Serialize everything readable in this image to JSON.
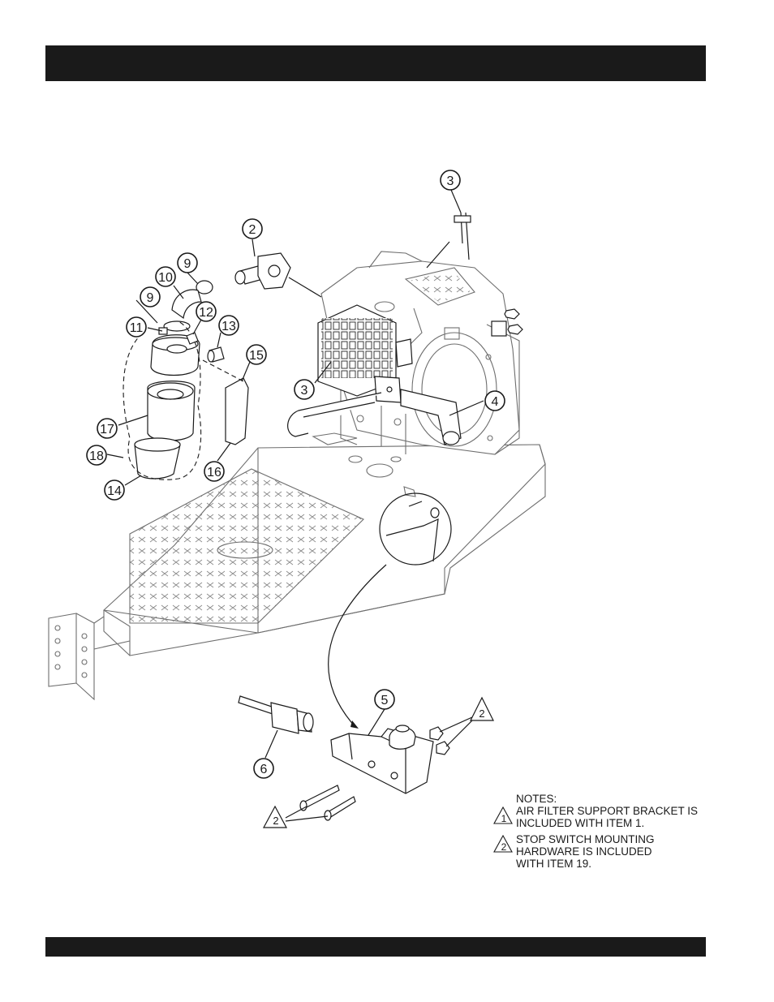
{
  "callouts": [
    {
      "id": "c3a",
      "label": "3"
    },
    {
      "id": "c2",
      "label": "2"
    },
    {
      "id": "c9a",
      "label": "9"
    },
    {
      "id": "c10",
      "label": "10"
    },
    {
      "id": "c9b",
      "label": "9"
    },
    {
      "id": "c11",
      "label": "11"
    },
    {
      "id": "c12",
      "label": "12"
    },
    {
      "id": "c13",
      "label": "13"
    },
    {
      "id": "c15",
      "label": "15"
    },
    {
      "id": "c3b",
      "label": "3"
    },
    {
      "id": "c4",
      "label": "4"
    },
    {
      "id": "c17",
      "label": "17"
    },
    {
      "id": "c18",
      "label": "18"
    },
    {
      "id": "c16",
      "label": "16"
    },
    {
      "id": "c14",
      "label": "14"
    },
    {
      "id": "c5",
      "label": "5"
    },
    {
      "id": "c6",
      "label": "6"
    }
  ],
  "note_flags": {
    "flag_2_upper": "2",
    "flag_2_lower": "2"
  },
  "notes": {
    "heading": "NOTES:",
    "items": [
      {
        "marker": "1",
        "lines": [
          "AIR FILTER SUPPORT BRACKET IS",
          "INCLUDED WITH ITEM 1."
        ]
      },
      {
        "marker": "2",
        "lines": [
          "STOP SWITCH MOUNTING",
          "HARDWARE IS INCLUDED",
          "WITH ITEM 19."
        ]
      }
    ]
  }
}
